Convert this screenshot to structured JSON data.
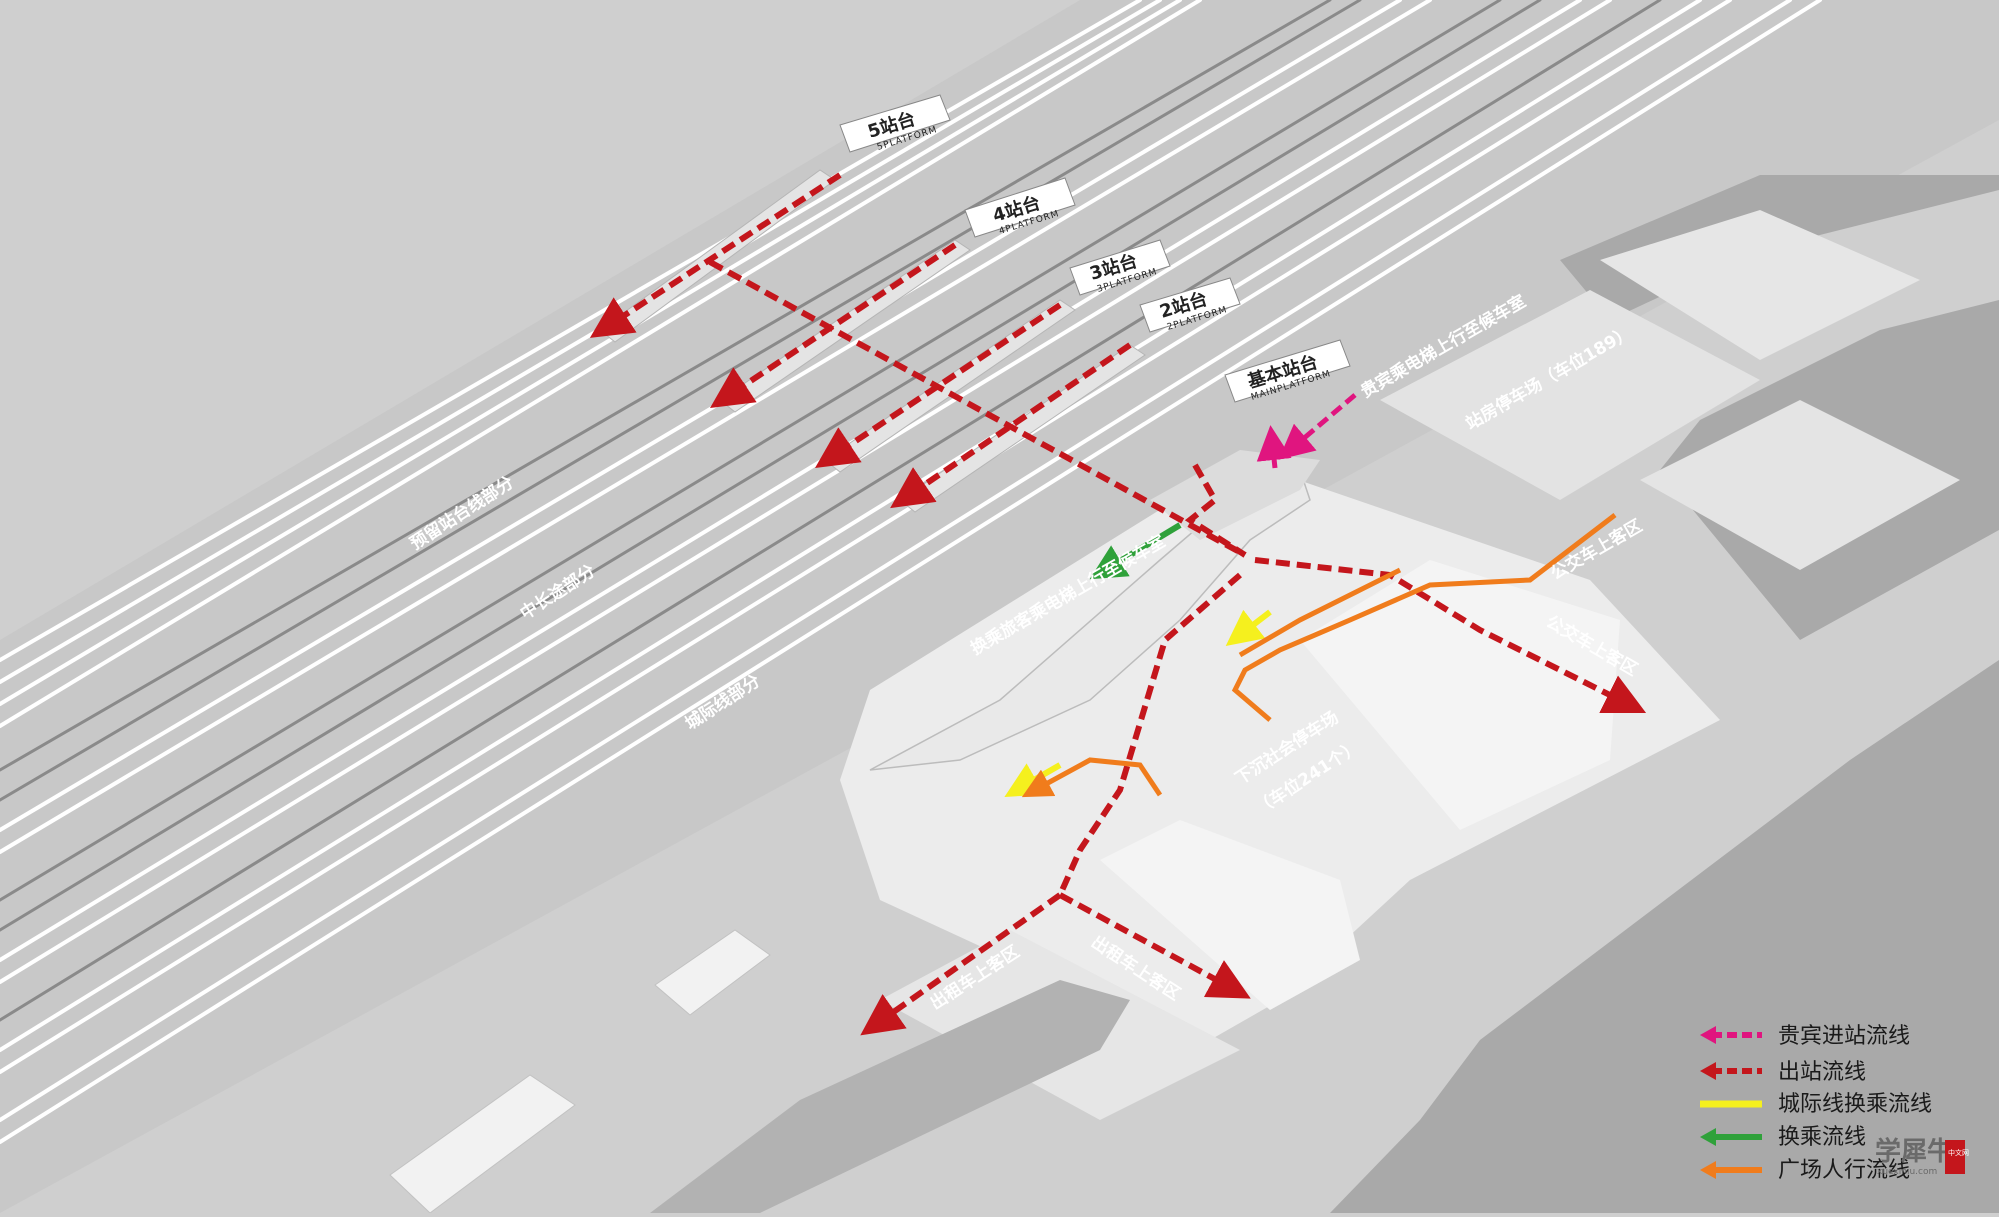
{
  "platforms": [
    {
      "cn": "5站台",
      "en": "5PLATFORM"
    },
    {
      "cn": "4站台",
      "en": "4PLATFORM"
    },
    {
      "cn": "3站台",
      "en": "3PLATFORM"
    },
    {
      "cn": "2站台",
      "en": "2PLATFORM"
    },
    {
      "cn": "基本站台",
      "en": "MAINPLATFORM"
    }
  ],
  "area_labels": {
    "reserved_tracks": "预留站台线部分",
    "long_distance": "中长途部分",
    "rail_traffic": "城际线部分",
    "vip_elevator": "贵宾乘电梯上行至候车室",
    "transfer_elevator": "换乘旅客乘电梯上行至候车室",
    "station_parking": "站房停车场（车位189）",
    "bus_pickup_1": "公交车上客区",
    "bus_pickup_2": "公交车上客区",
    "underground_parking": "下沉社会停车场",
    "underground_parking_spaces": "（车位241个）",
    "taxi_pickup_1": "出租车上客区",
    "taxi_pickup_2": "出租车上客区"
  },
  "legend": [
    {
      "label": "贵宾进站流线",
      "color": "#e0157f",
      "icon": "dashed-arrow-icon"
    },
    {
      "label": "出站流线",
      "color": "#c4161c",
      "icon": "dashed-arrow-icon"
    },
    {
      "label": "城际线换乘流线",
      "color": "#f5f01e",
      "icon": "solid-arrow-icon"
    },
    {
      "label": "换乘流线",
      "color": "#2fa13a",
      "icon": "solid-arrow-icon"
    },
    {
      "label": "广场人行流线",
      "color": "#f07c1c",
      "icon": "solid-arrow-icon"
    }
  ],
  "watermark": {
    "text": "学犀牛",
    "badge": "中文网",
    "url": "xuexiniu.com"
  }
}
